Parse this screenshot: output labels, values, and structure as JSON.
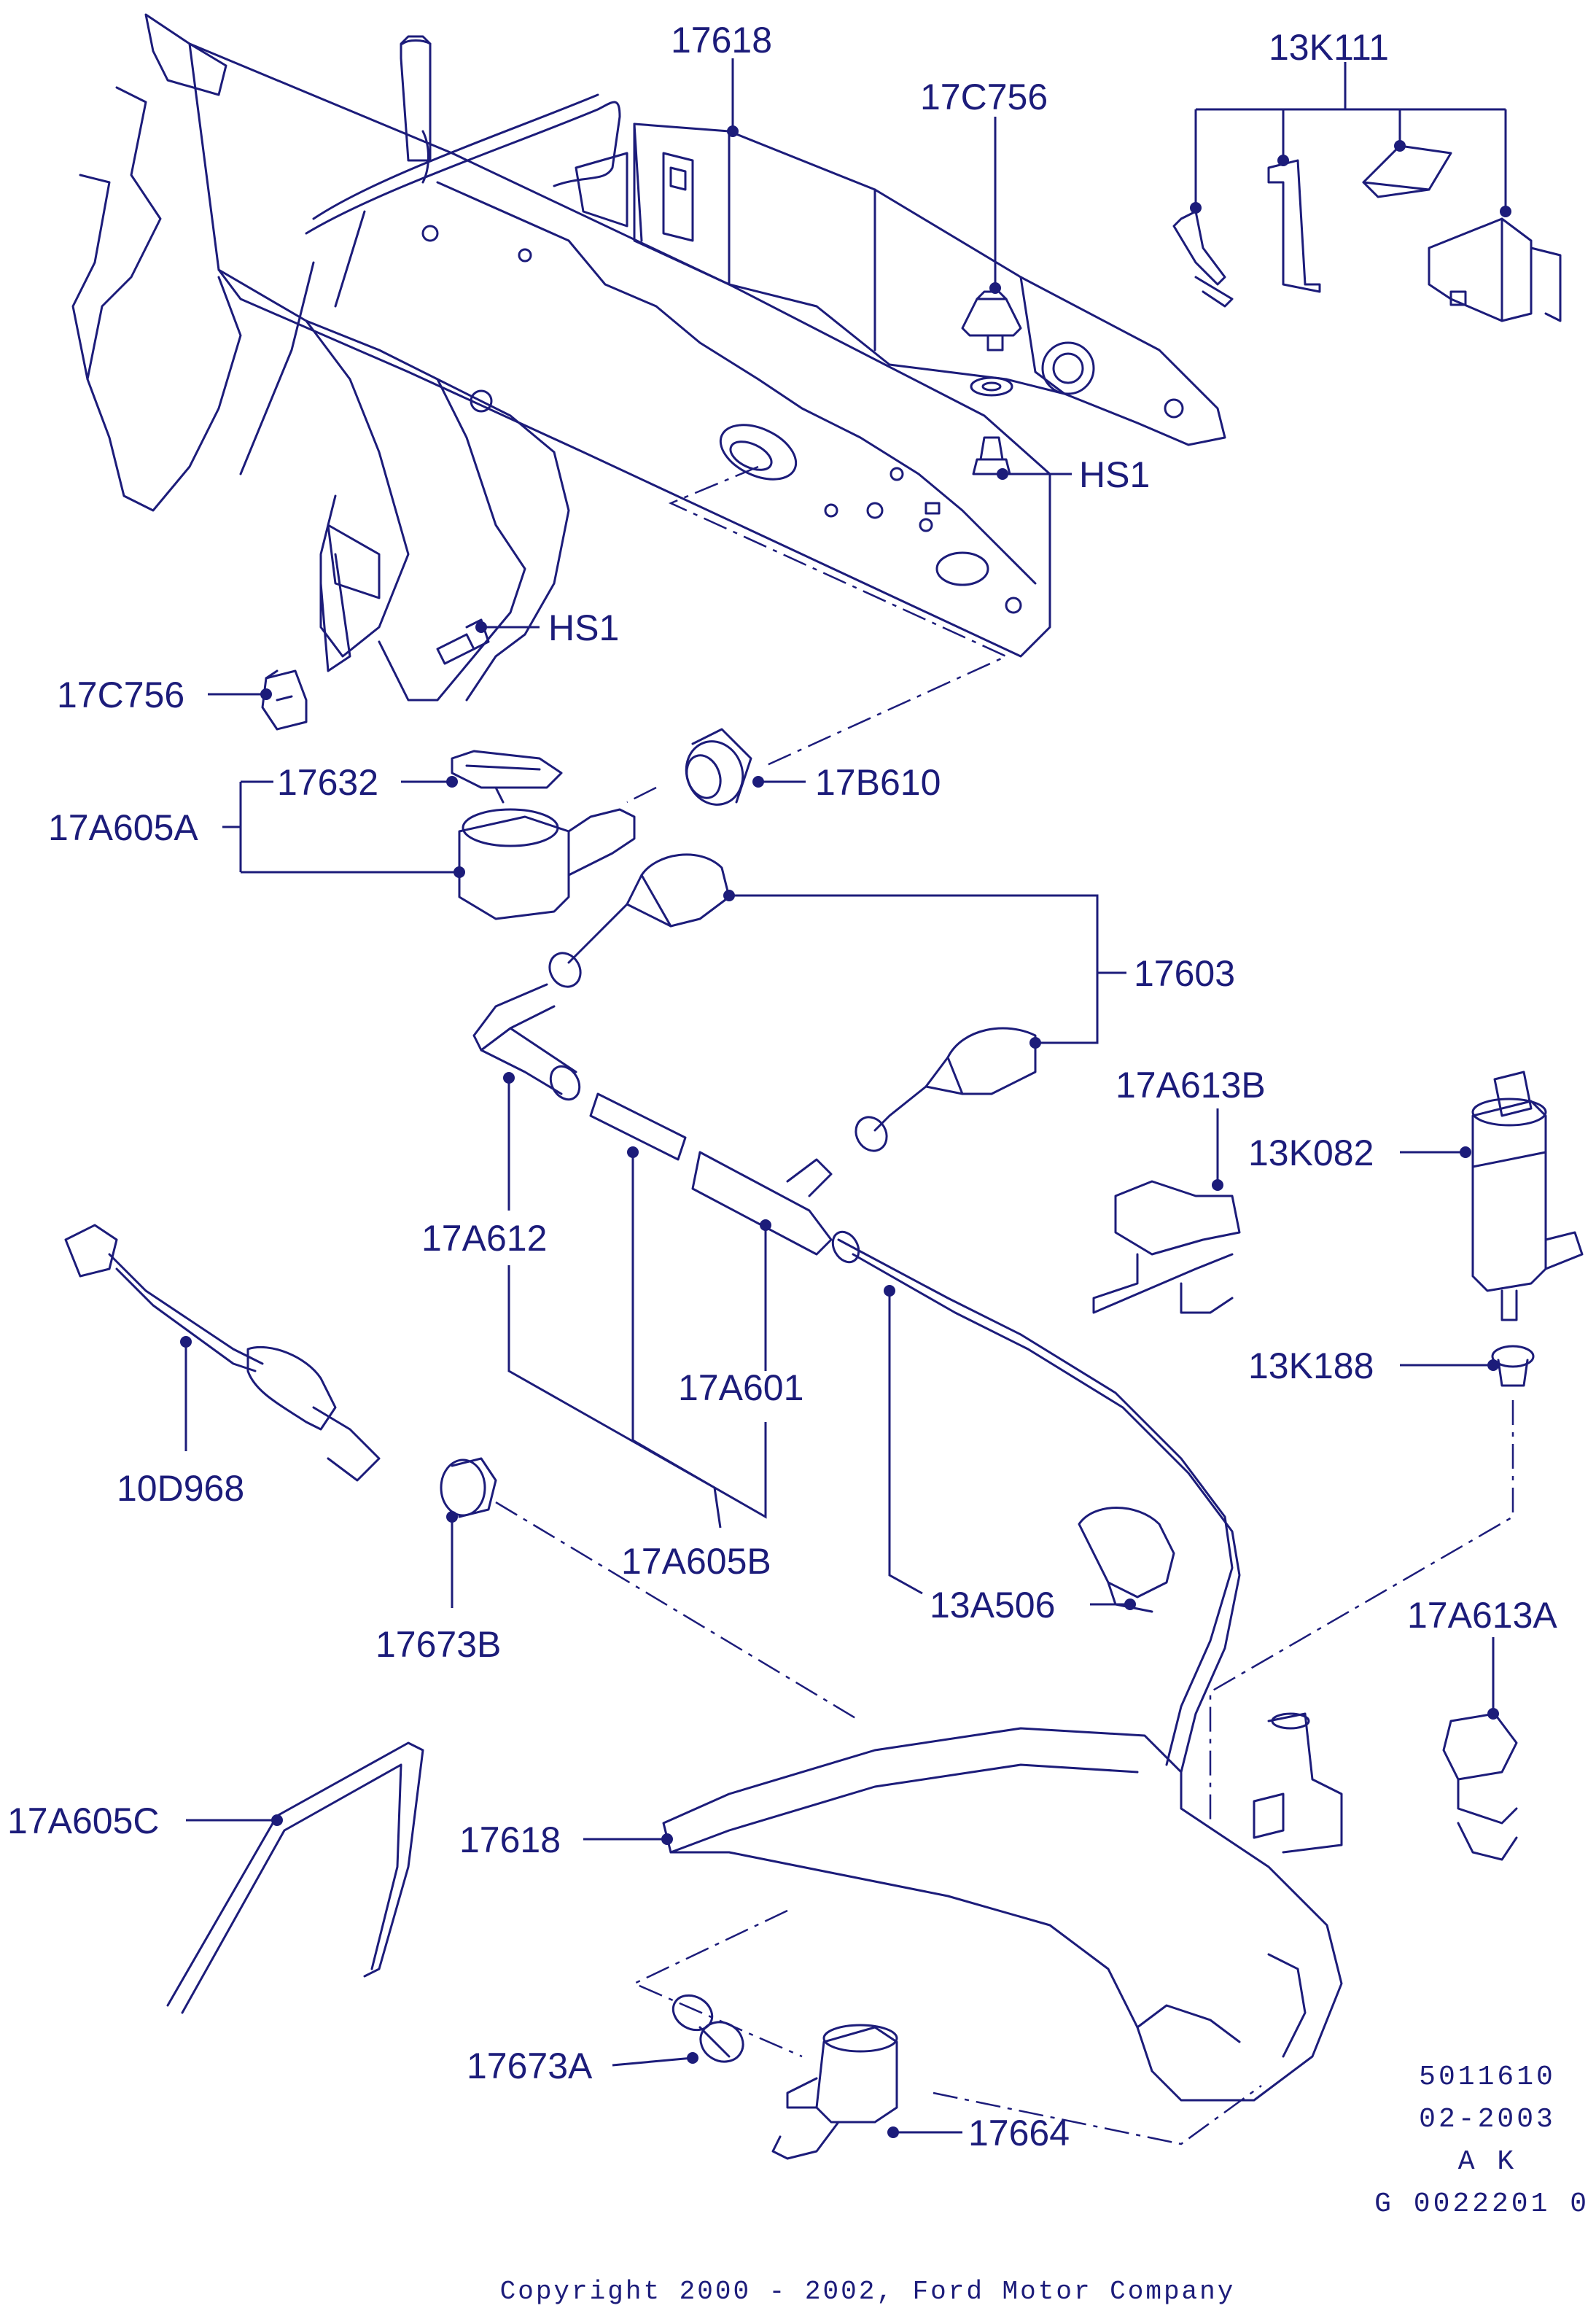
{
  "labels": {
    "l17618_top": "17618",
    "l17c756_top": "17C756",
    "l13k111": "13K111",
    "lhs1_right": "HS1",
    "lhs1_left": "HS1",
    "l17c756_left": "17C756",
    "l17632": "17632",
    "l17b610": "17B610",
    "l17a605a": "17A605A",
    "l17603": "17603",
    "l17a613b": "17A613B",
    "l13k082": "13K082",
    "l17a612": "17A612",
    "l13k188": "13K188",
    "l17a601": "17A601",
    "l10d968": "10D968",
    "l17a605b": "17A605B",
    "l13a506": "13A506",
    "l17673b": "17673B",
    "l17a613a": "17A613A",
    "l17a605c": "17A605C",
    "l17618_bottom": "17618",
    "l17673a": "17673A",
    "l17664": "17664"
  },
  "meta": {
    "code": "5011610",
    "date": "02-2003",
    "initials": "A K",
    "graphic_id": "G 0022201 0"
  },
  "copyright": "Copyright 2000 - 2002, Ford Motor Company",
  "colors": {
    "ink": "#1c1c7a",
    "background": "#ffffff"
  }
}
